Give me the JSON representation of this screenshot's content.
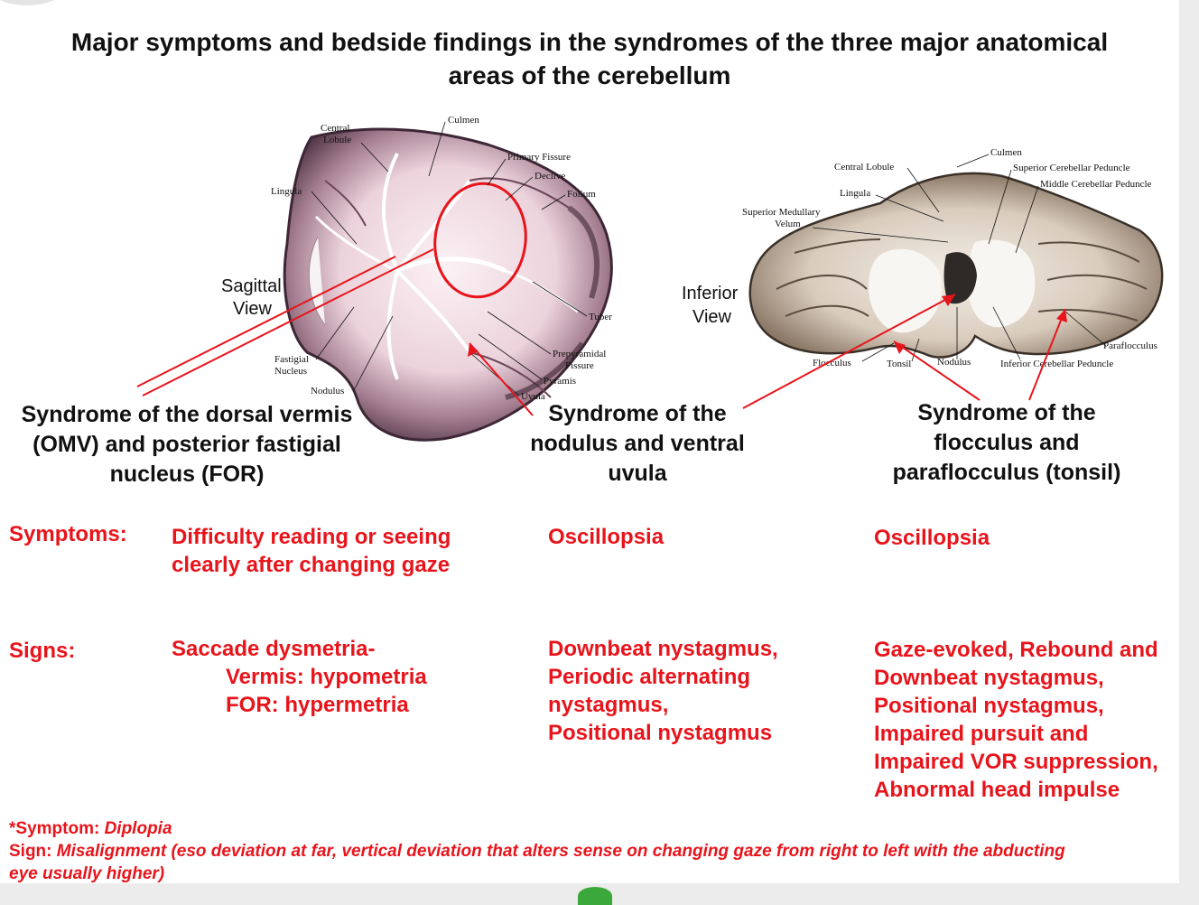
{
  "title": {
    "line1": "Major symptoms and bedside findings in the syndromes of the three major anatomical",
    "line2": "areas of the cerebellum"
  },
  "sagittal_labels": {
    "central_lobule_1": "Central",
    "central_lobule_2": "Lobule",
    "culmen": "Culmen",
    "primary_fissure": "Primary Fissure",
    "declive": "Declive",
    "folium": "Folium",
    "lingula": "Lingula",
    "tuber": "Tuber",
    "prepyramidal_1": "Prepyramidal",
    "prepyramidal_2": "Fissure",
    "pyramis": "Pyramis",
    "uvula": "Uvula",
    "fastigial_1": "Fastigial",
    "fastigial_2": "Nucleus",
    "nodulus": "Nodulus",
    "view_1": "Sagittal",
    "view_2": "View"
  },
  "inferior_labels": {
    "culmen": "Culmen",
    "central_lobule": "Central Lobule",
    "superior_cerebellar_peduncle": "Superior Cerebellar Peduncle",
    "middle_cerebellar_peduncle": "Middle Cerebellar Peduncle",
    "lingula": "Lingula",
    "superior_medullary_1": "Superior Medullary",
    "superior_medullary_2": "Velum",
    "paraflocculus": "Paraflocculus",
    "flocculus": "Flocculus",
    "tonsil": "Tonsil",
    "nodulus": "Nodulus",
    "inferior_cerebellar_peduncle": "Inferior Cerebellar Peduncle",
    "view_1": "Inferior",
    "view_2": "View"
  },
  "syndromes": [
    {
      "lines": [
        "Syndrome of the dorsal vermis",
        "(OMV) and posterior fastigial",
        "nucleus (FOR)"
      ]
    },
    {
      "lines": [
        "Syndrome of the",
        "nodulus and ventral",
        "uvula"
      ]
    },
    {
      "lines": [
        "Syndrome of the",
        "flocculus and",
        "paraflocculus (tonsil)"
      ]
    }
  ],
  "row_labels": {
    "symptoms": "Symptoms:",
    "signs": "Signs:"
  },
  "symptoms": [
    {
      "lines": [
        "Difficulty reading or seeing",
        "clearly after changing gaze"
      ]
    },
    {
      "lines": [
        "Oscillopsia"
      ]
    },
    {
      "lines": [
        "Oscillopsia"
      ]
    }
  ],
  "signs": [
    {
      "lines": [
        "Saccade dysmetria-",
        "Vermis: hypometria",
        "FOR: hypermetria"
      ]
    },
    {
      "lines": [
        "Downbeat nystagmus,",
        "Periodic alternating",
        "nystagmus,",
        "Positional nystagmus"
      ]
    },
    {
      "lines": [
        "Gaze-evoked, Rebound and",
        "Downbeat nystagmus,",
        "Positional nystagmus,",
        "Impaired pursuit and",
        "Impaired VOR suppression,",
        "Abnormal head impulse"
      ]
    }
  ],
  "footnote": {
    "symptom_label": "*Symptom: ",
    "symptom_value": "Diplopia",
    "sign_label": " Sign: ",
    "sign_value_1": "Misalignment (eso deviation at far, vertical deviation that alters sense on changing gaze from right to left with the abducting",
    "sign_value_2": "eye usually higher)"
  },
  "colors": {
    "accent_red": "#e8141b",
    "text": "#111111",
    "tissue_dark": "#5a3b4e",
    "tissue_light": "#f1dde4"
  }
}
